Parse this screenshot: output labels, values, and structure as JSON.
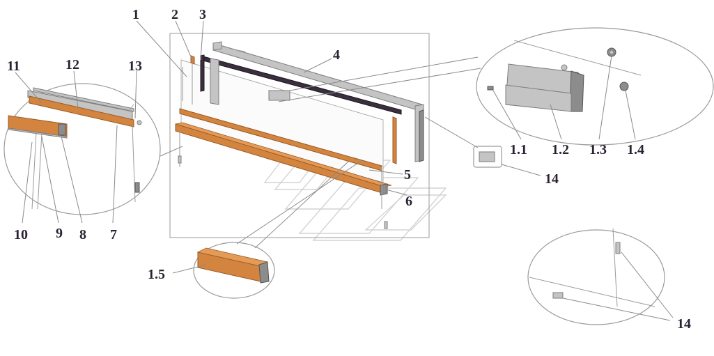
{
  "diagram": {
    "callouts": {
      "c1": "1",
      "c2": "2",
      "c3": "3",
      "c4": "4",
      "c5": "5",
      "c6": "6",
      "c7": "7",
      "c8": "8",
      "c9": "9",
      "c10": "10",
      "c11": "11",
      "c12": "12",
      "c13": "13",
      "c14a": "14",
      "c14b": "14",
      "c1_1": "1.1",
      "c1_2": "1.2",
      "c1_3": "1.3",
      "c1_4": "1.4",
      "c1_5": "1.5"
    },
    "colors": {
      "seal_orange": "#d3843f",
      "frame_grey": "#c4c4c4",
      "seal_dark": "#3a2f3c",
      "outline": "#9a9a9a"
    }
  }
}
